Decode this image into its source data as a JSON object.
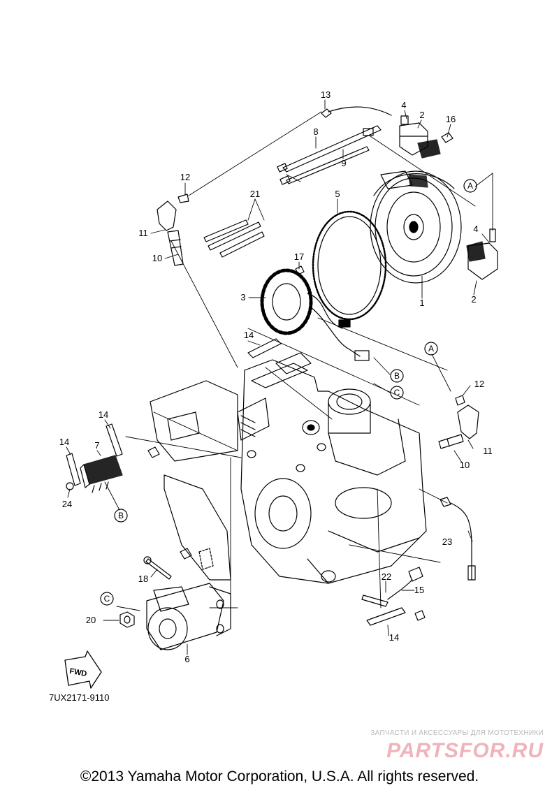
{
  "callouts": {
    "c13": "13",
    "c4a": "4",
    "c2a": "2",
    "c16": "16",
    "c8": "8",
    "c9": "9",
    "c12a": "12",
    "c21": "21",
    "c5": "5",
    "c11a": "11",
    "c10a": "10",
    "c17": "17",
    "c3": "3",
    "c1": "1",
    "c4b": "4",
    "c2b": "2",
    "c14a": "14",
    "c12b": "12",
    "c14b": "14",
    "c14c": "14",
    "c7": "7",
    "c24": "24",
    "c11b": "11",
    "c10b": "10",
    "c23": "23",
    "c18": "18",
    "c22": "22",
    "c15": "15",
    "c20": "20",
    "c14d": "14",
    "c6": "6"
  },
  "reference_markers": {
    "a": "A",
    "b": "B",
    "c": "C"
  },
  "fwd_label": "FWD",
  "diagram_code": "7UX2171-9110",
  "watermark": {
    "top_text": "ЗАПЧАСТИ И АКСЕССУАРЫ ДЛЯ МОТОТЕХНИКИ",
    "logo_text": "PARTSFOR.RU"
  },
  "copyright": "©2013 Yamaha Motor Corporation, U.S.A. All rights reserved."
}
